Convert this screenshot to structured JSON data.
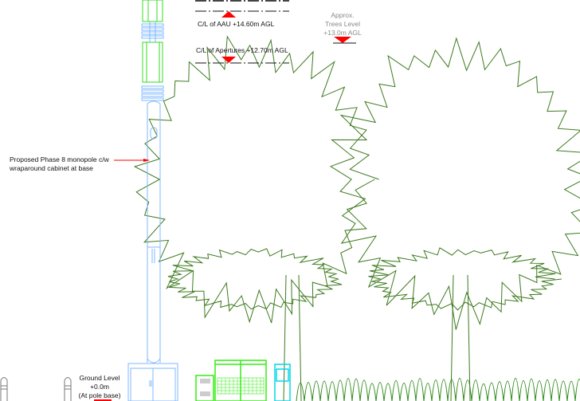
{
  "levels": {
    "aau": "C/L of AAU +14.60m AGL",
    "apertures": "C/L of Apertures +12.70m AGL",
    "trees_line1": "Approx.",
    "trees_line2": "Trees Level",
    "trees_line3": "+13.0m AGL"
  },
  "callout": {
    "line1": "Proposed Phase 8 monopole c/w",
    "line2": "wraparound cabinet at base"
  },
  "ground": {
    "line1": "Ground Level",
    "line2": "+0.0m",
    "line3": "(At pole base)"
  },
  "colors": {
    "pole": "#7fb8ff",
    "antenna": "#33dd22",
    "tree": "#3d7a1e",
    "marker": "#ff0000",
    "cyan": "#00d8e8"
  }
}
